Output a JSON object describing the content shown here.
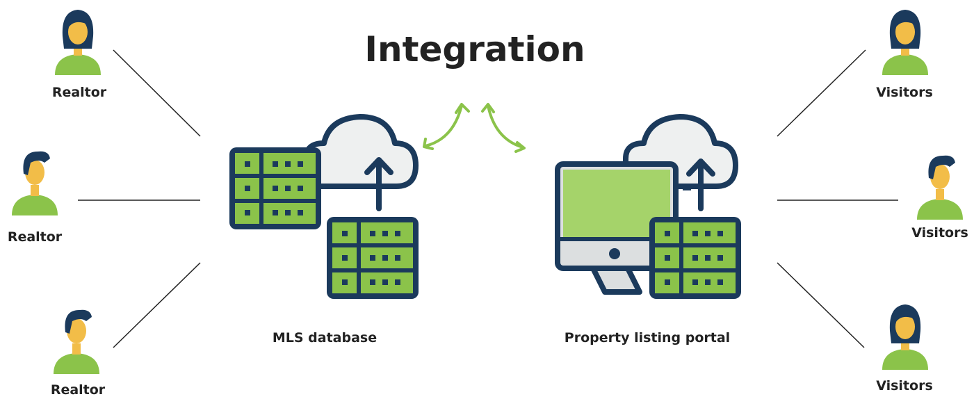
{
  "title": "Integration",
  "colors": {
    "navy": "#1b3a5c",
    "green": "#8bc34a",
    "light_green": "#a5d36a",
    "skin": "#f2bd48",
    "cloud": "#eef0f0",
    "line": "#222222",
    "text": "#222222"
  },
  "realtors": [
    {
      "label": "Realtor",
      "gender": "female"
    },
    {
      "label": "Realtor",
      "gender": "male"
    },
    {
      "label": "Realtor",
      "gender": "male"
    }
  ],
  "visitors": [
    {
      "label": "Visitors",
      "gender": "female"
    },
    {
      "label": "Visitors",
      "gender": "male"
    },
    {
      "label": "Visitors",
      "gender": "female"
    }
  ],
  "systems": {
    "mls": {
      "label": "MLS database",
      "icon": "cloud-server-icon"
    },
    "portal": {
      "label": "Property listing portal",
      "icon": "cloud-monitor-server-icon"
    }
  },
  "integration_arrows": "double-headed-arrow-icon"
}
